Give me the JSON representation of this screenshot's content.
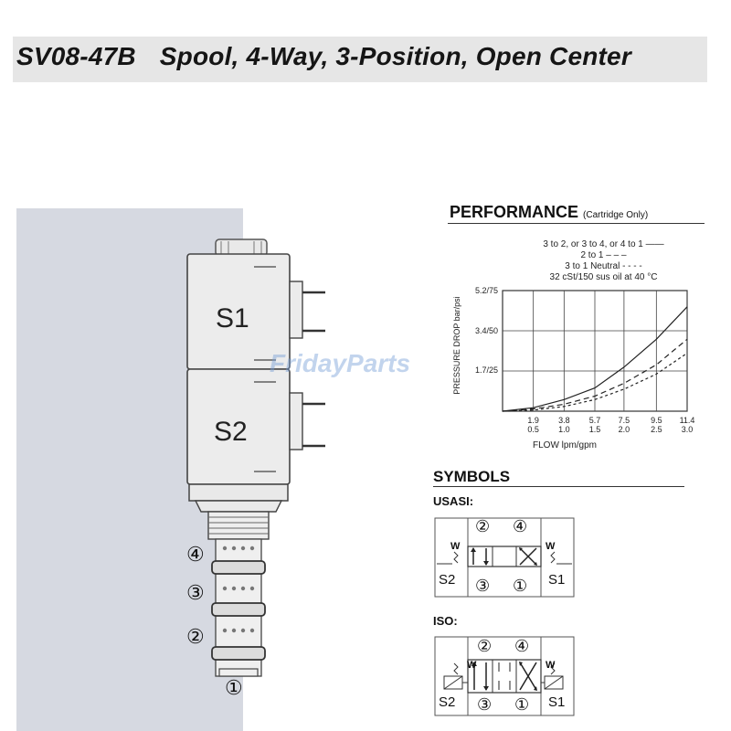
{
  "title": {
    "model": "SV08-47B",
    "description": "Spool, 4-Way, 3-Position, Open Center"
  },
  "cartridge": {
    "coil_top_label": "S1",
    "coil_bottom_label": "S2",
    "port_labels": [
      "④",
      "③",
      "②",
      "①"
    ]
  },
  "watermark": "FridayParts",
  "performance": {
    "heading": "PERFORMANCE",
    "subheading": "(Cartridge Only)",
    "legend": [
      "3 to 2, or 3 to 4, or 4 to 1 ——",
      "2 to 1 – – –",
      "3 to 1 Neutral - - - -",
      "32 cSt/150 sus oil at 40 °C"
    ],
    "ylabel": "PRESSURE DROP bar/psi",
    "xlabel": "FLOW lpm/gpm"
  },
  "chart_data": {
    "type": "line",
    "title": "PERFORMANCE",
    "xlabel": "FLOW lpm/gpm",
    "ylabel": "PRESSURE DROP bar/psi",
    "x_ticks_lpm": [
      "1.9",
      "3.8",
      "5.7",
      "7.5",
      "9.5",
      "11.4"
    ],
    "x_ticks_gpm": [
      "0.5",
      "1.0",
      "1.5",
      "2.0",
      "2.5",
      "3.0"
    ],
    "y_ticks": [
      "5.2/75",
      "3.4/50",
      "1.7/25"
    ],
    "xlim": [
      0,
      11.4
    ],
    "ylim": [
      0,
      5.2
    ],
    "grid": true,
    "series": [
      {
        "name": "3 to 2, or 3 to 4, or 4 to 1",
        "style": "solid",
        "x": [
          0,
          1.9,
          3.8,
          5.7,
          7.5,
          9.5,
          11.4
        ],
        "y": [
          0,
          0.15,
          0.5,
          1.0,
          1.9,
          3.1,
          4.5
        ]
      },
      {
        "name": "2 to 1",
        "style": "dashed",
        "x": [
          0,
          1.9,
          3.8,
          5.7,
          7.5,
          9.5,
          11.4
        ],
        "y": [
          0,
          0.1,
          0.3,
          0.65,
          1.2,
          2.0,
          3.1
        ]
      },
      {
        "name": "3 to 1 Neutral",
        "style": "dotted",
        "x": [
          0,
          1.9,
          3.8,
          5.7,
          7.5,
          9.5,
          11.4
        ],
        "y": [
          0,
          0.05,
          0.2,
          0.5,
          0.95,
          1.6,
          2.5
        ]
      }
    ]
  },
  "symbols": {
    "heading": "SYMBOLS",
    "usasi": {
      "label": "USASI:",
      "top_ports": [
        "②",
        "④"
      ],
      "bottom_ports": [
        "③",
        "①"
      ],
      "left": "S2",
      "right": "S1",
      "spring": "W"
    },
    "iso": {
      "label": "ISO:",
      "top_ports": [
        "②",
        "④"
      ],
      "bottom_ports": [
        "③",
        "①"
      ],
      "left": "S2",
      "right": "S1",
      "spring": "W"
    }
  }
}
